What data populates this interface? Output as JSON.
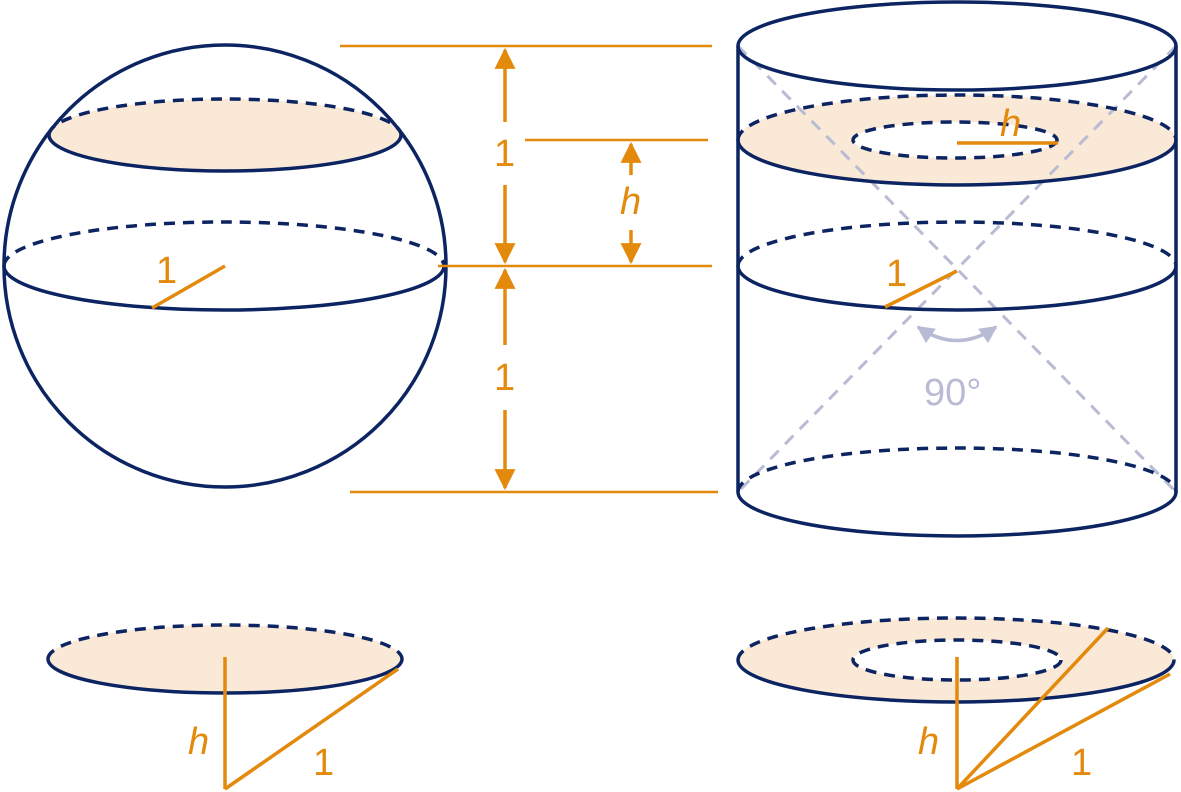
{
  "colors": {
    "outline": "#0c2461",
    "accent": "#e38a0d",
    "fill": "#fbe9d7",
    "guide": "#b8bbd3"
  },
  "labels": {
    "radius_sphere": "1",
    "radius_cylinder": "1",
    "upper_height": "1",
    "lower_height": "1",
    "h_slice": "h",
    "h_hole": "h",
    "angle": "90°",
    "h_bottom_left": "h",
    "one_bottom_left": "1",
    "h_bottom_right": "h",
    "one_bottom_right": "1"
  }
}
